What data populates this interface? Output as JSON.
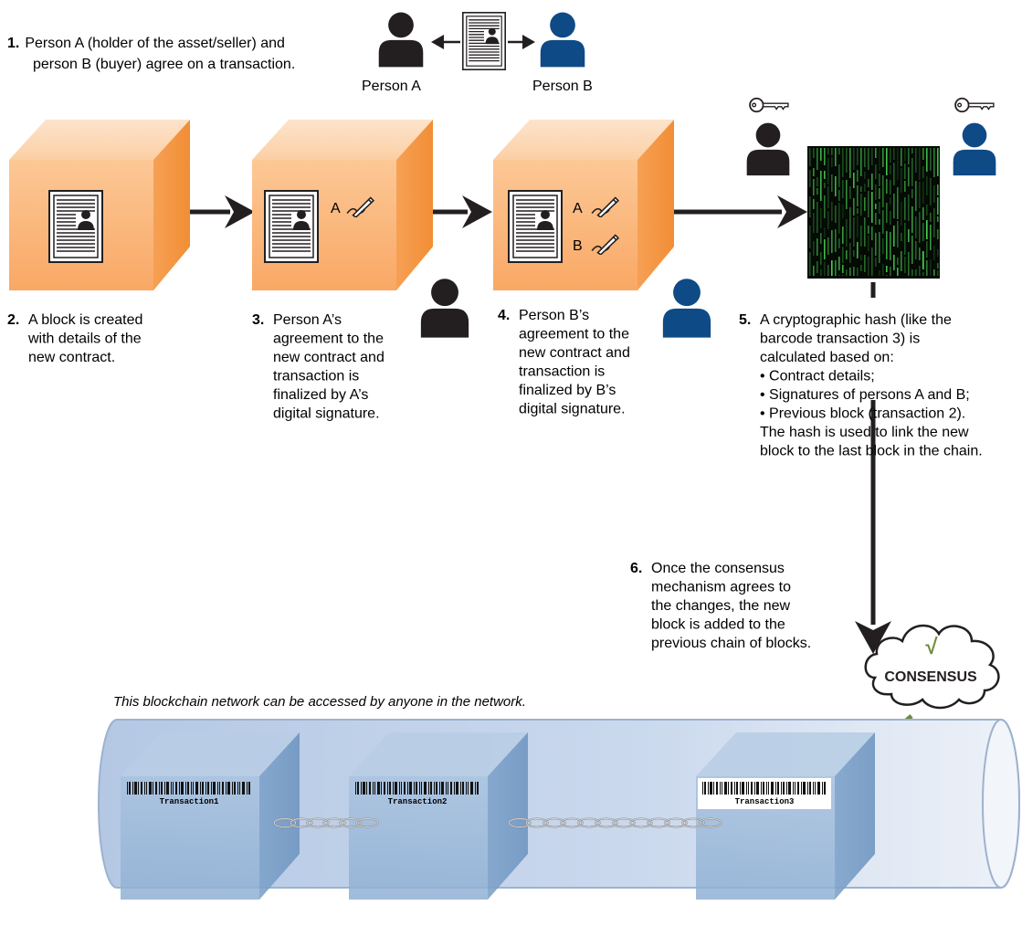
{
  "step1": {
    "num": "1.",
    "line1": "Person A (holder of the asset/seller) and",
    "line2": "person B (buyer) agree on a transaction."
  },
  "persons": {
    "a": "Person A",
    "b": "Person B"
  },
  "step2": {
    "num": "2.",
    "lines": [
      "A block is created",
      "with details of the",
      "new contract."
    ]
  },
  "step3": {
    "num": "3.",
    "lines": [
      "Person A’s",
      "agreement to the",
      "new contract and",
      "transaction is",
      "finalized by A’s",
      "digital signature."
    ]
  },
  "step4": {
    "num": "4.",
    "lines": [
      "Person B’s",
      "agreement to the",
      "new contract and",
      "transaction is",
      "finalized by B’s",
      "digital signature."
    ]
  },
  "step5": {
    "num": "5.",
    "lines": [
      "A cryptographic hash (like the",
      "barcode transaction 3) is",
      "calculated based on:",
      "• Contract details;",
      "• Signatures of persons A and B;",
      "• Previous block (transaction 2).",
      "The hash is used to link the new",
      "block to the last block in the chain."
    ]
  },
  "step6": {
    "num": "6.",
    "lines": [
      "Once the consensus",
      "mechanism agrees to",
      "the changes, the new",
      "block is added to the",
      "previous chain of blocks."
    ]
  },
  "sig": {
    "a": "A",
    "b": "B"
  },
  "consensus": {
    "check": "√",
    "label": "CONSENSUS"
  },
  "network_note": "This blockchain network can be accessed by anyone in the network.",
  "chain": {
    "t1": "Transaction1",
    "t2": "Transaction2",
    "t3": "Transaction3"
  },
  "colors": {
    "orange": "#f9b27a",
    "orange_top": "#fbd0a8",
    "orange_side": "#f4943f",
    "blue_person": "#0e4a86",
    "dark_person": "#231f20",
    "arrow_green": "#6f8a3e",
    "tube": "#c9d8ec"
  }
}
